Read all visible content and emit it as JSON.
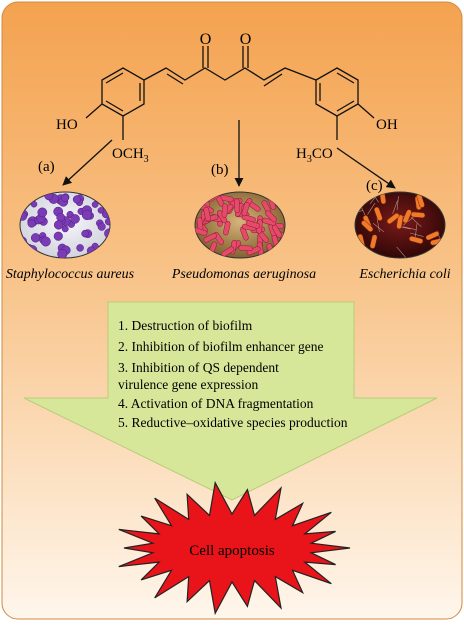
{
  "molecule": {
    "ketone_left": "O",
    "ketone_right": "O",
    "hydroxyl_left": "HO",
    "methoxy_left": "OCH",
    "methoxy_left_sub": "3",
    "hydroxyl_right": "OH",
    "methoxy_right_prefix": "H",
    "methoxy_right_sub": "3",
    "methoxy_right_suffix": "CO"
  },
  "bacteria": [
    {
      "label": "(a)",
      "name": "Staphylococcus aureus",
      "icon": "cocci-cluster-icon",
      "color": "#7b3bb5"
    },
    {
      "label": "(b)",
      "name": "Pseudomonas aeruginosa",
      "icon": "rod-bacteria-icon",
      "color": "#e64a6a"
    },
    {
      "label": "(c)",
      "name": "Escherichia coli",
      "icon": "rod-bacteria-icon",
      "color": "#f07a2a"
    }
  ],
  "mechanisms": [
    "1. Destruction of biofilm",
    "2. Inhibition of biofilm enhancer gene",
    "3. Inhibition of QS dependent",
    "virulence gene expression",
    "4. Activation of DNA fragmentation",
    "5. Reductive–oxidative species production"
  ],
  "outcome": "Cell apoptosis",
  "colors": {
    "background_top": "#f4a24f",
    "background_bottom": "#fff6ec",
    "arrow_fill": "#d7e79a",
    "burst_fill": "#e8141a"
  }
}
